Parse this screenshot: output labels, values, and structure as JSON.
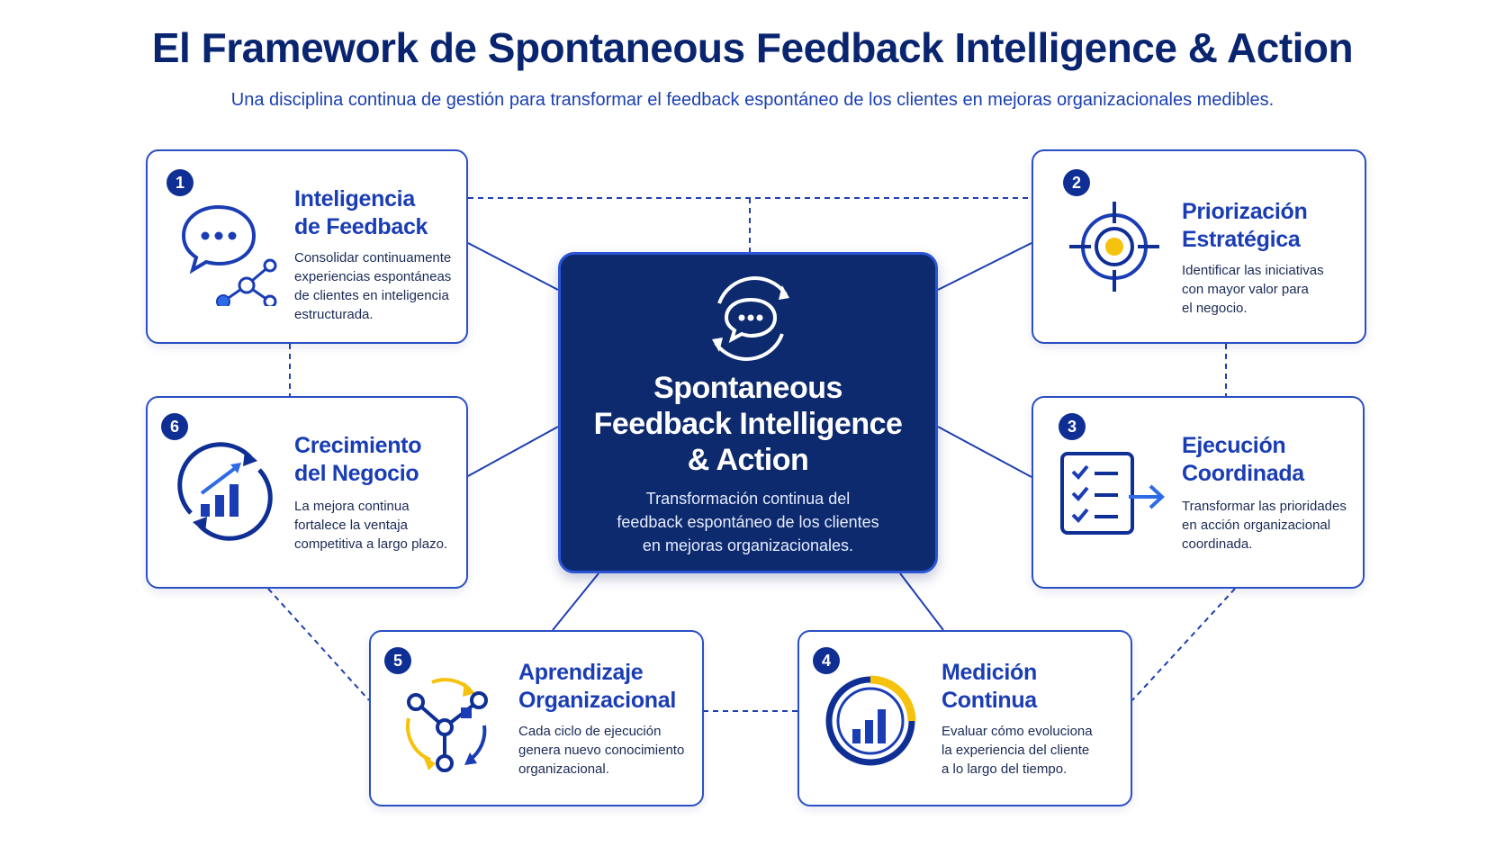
{
  "header": {
    "title": "El Framework de Spontaneous Feedback Intelligence & Action",
    "subtitle": "Una disciplina continua de gestión para transformar el feedback espontáneo de los clientes en mejoras organizacionales medibles."
  },
  "center": {
    "title_lines": [
      "Spontaneous",
      "Feedback Intelligence",
      "& Action"
    ],
    "desc_lines": [
      "Transformación continua del",
      "feedback espontáneo de los clientes",
      "en mejoras organizacionales."
    ],
    "icon": "chat-cycle-icon"
  },
  "cards": [
    {
      "number": "1",
      "title_lines": [
        "Inteligencia",
        "de Feedback"
      ],
      "desc_lines": [
        "Consolidar continuamente",
        "experiencias espontáneas",
        "de clientes en inteligencia",
        "estructurada."
      ],
      "icon": "chat-network-icon"
    },
    {
      "number": "2",
      "title_lines": [
        "Priorización",
        "Estratégica"
      ],
      "desc_lines": [
        "Identificar las iniciativas",
        "con mayor valor para",
        "el negocio."
      ],
      "icon": "target-icon"
    },
    {
      "number": "3",
      "title_lines": [
        "Ejecución",
        "Coordinada"
      ],
      "desc_lines": [
        "Transformar las prioridades",
        "en acción organizacional",
        "coordinada."
      ],
      "icon": "checklist-arrow-icon"
    },
    {
      "number": "4",
      "title_lines": [
        "Medición",
        "Continua"
      ],
      "desc_lines": [
        "Evaluar cómo evoluciona",
        "la experiencia del cliente",
        "a lo largo del tiempo."
      ],
      "icon": "gauge-chart-icon"
    },
    {
      "number": "5",
      "title_lines": [
        "Aprendizaje",
        "Organizacional"
      ],
      "desc_lines": [
        "Cada ciclo de ejecución",
        "genera nuevo conocimiento",
        "organizacional."
      ],
      "icon": "learning-cycle-icon"
    },
    {
      "number": "6",
      "title_lines": [
        "Crecimiento",
        "del Negocio"
      ],
      "desc_lines": [
        "La mejora continua",
        "fortalece la ventaja",
        "competitiva a largo plazo."
      ],
      "icon": "growth-chart-icon"
    }
  ],
  "colors": {
    "navy": "#0d2a6e",
    "blue": "#1a3db5",
    "accent_yellow": "#f5c20d",
    "border": "#2b4fc4"
  }
}
